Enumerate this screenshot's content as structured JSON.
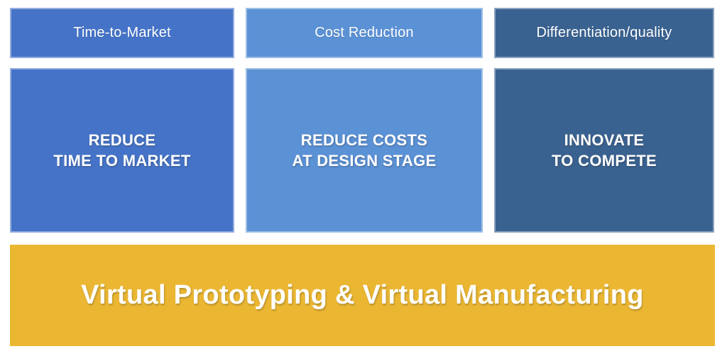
{
  "page": {
    "background_color": "#FFFFFF",
    "text_color": "#FFFFFF"
  },
  "columns": [
    {
      "id": "time-to-market",
      "header_label": "Time-to-Market",
      "body_label": "REDUCE\nTIME TO MARKET",
      "fill_color": "#4573C7"
    },
    {
      "id": "cost-reduction",
      "header_label": "Cost Reduction",
      "body_label": "REDUCE COSTS\nAT DESIGN STAGE",
      "fill_color": "#5B91D5"
    },
    {
      "id": "differentiation-quality",
      "header_label": "Differentiation/quality",
      "body_label": "INNOVATE\nTO COMPETE",
      "fill_color": "#3A6290"
    }
  ],
  "banner": {
    "label": "Virtual Prototyping & Virtual Manufacturing",
    "fill_color": "#EBB733",
    "text_color": "#FFFFFF"
  }
}
